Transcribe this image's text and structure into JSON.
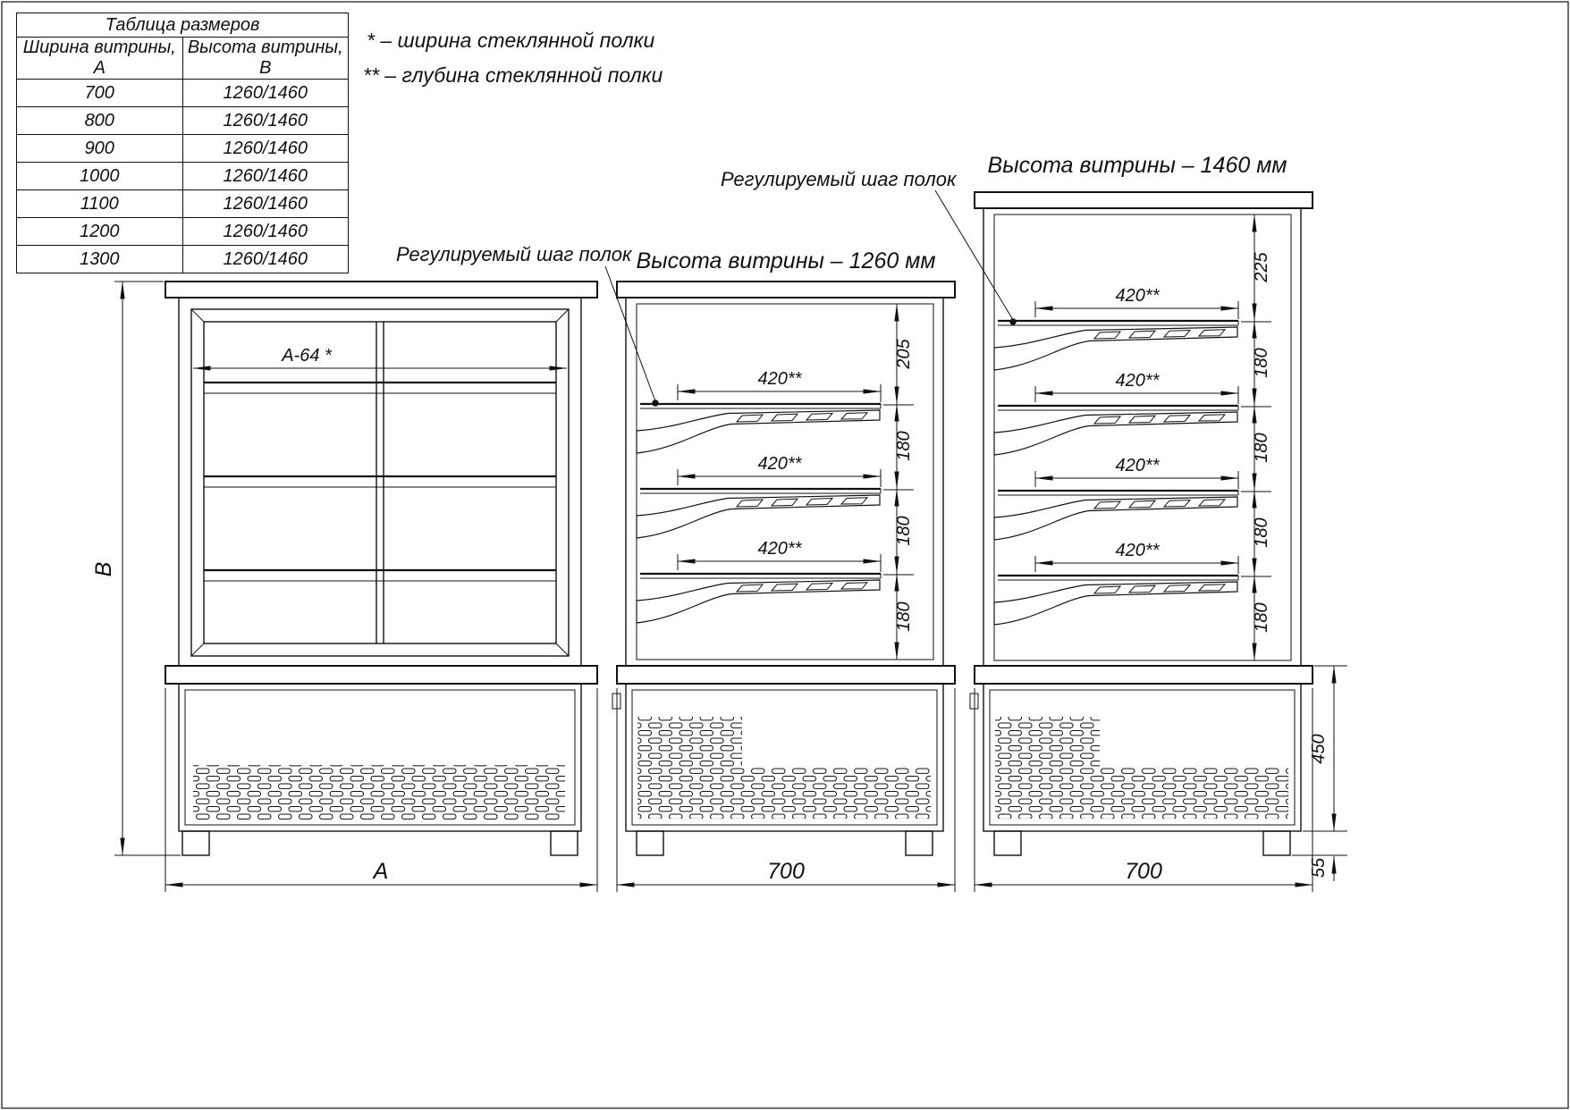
{
  "size_table": {
    "title": "Таблица размеров",
    "col_headers": [
      "Ширина витрины, А",
      "Высота витрины, В"
    ],
    "rows": [
      [
        "700",
        "1260/1460"
      ],
      [
        "800",
        "1260/1460"
      ],
      [
        "900",
        "1260/1460"
      ],
      [
        "1000",
        "1260/1460"
      ],
      [
        "1100",
        "1260/1460"
      ],
      [
        "1200",
        "1260/1460"
      ],
      [
        "1300",
        "1260/1460"
      ]
    ]
  },
  "notes": {
    "shelf_width": "* – ширина стеклянной полки",
    "shelf_depth": "** – глубина стеклянной полки"
  },
  "front_view": {
    "shelf_width_dim": "А-64 *",
    "height_dim": "В",
    "width_dim": "А"
  },
  "view_1260": {
    "title": "Высота витрины – 1260 мм",
    "callout": "Регулируемый шаг полок",
    "shelf_depth_dims": [
      "420**",
      "420**",
      "420**"
    ],
    "vertical_dims": [
      "205",
      "180",
      "180",
      "180"
    ],
    "width_dim": "700"
  },
  "view_1460": {
    "title": "Высота витрины – 1460 мм",
    "callout": "Регулируемый шаг полок",
    "shelf_depth_dims": [
      "420**",
      "420**",
      "420**",
      "420**"
    ],
    "vertical_dims": [
      "225",
      "180",
      "180",
      "180",
      "180"
    ],
    "width_dim": "700",
    "base_height_dim": "450",
    "leg_height_dim": "55"
  }
}
